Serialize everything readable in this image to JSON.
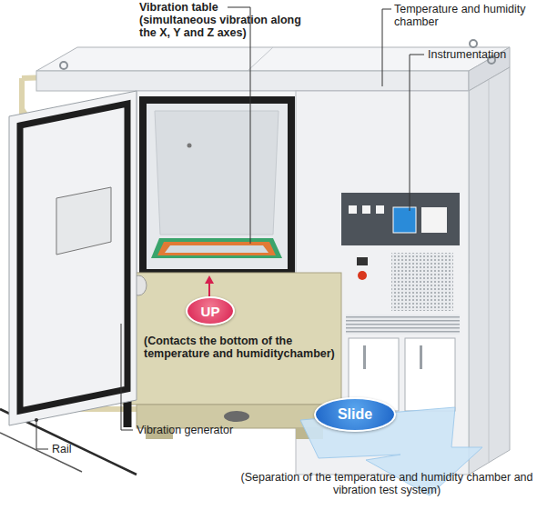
{
  "diagram": {
    "nodes": [
      {
        "text": [
          "UP"
        ]
      },
      {
        "text": [
          "Slide"
        ]
      }
    ],
    "labels": [
      "Vibration table",
      "(simultaneous vibration along the X, Y and Z axes)",
      "Temperature and humidity chamber",
      "Instrumentation",
      "(Contacts the bottom of the temperature and humiditychamber)",
      "Vibration generator",
      "Rail",
      "(Separation of the temperature and humidity chamber and vibration test system)"
    ]
  }
}
